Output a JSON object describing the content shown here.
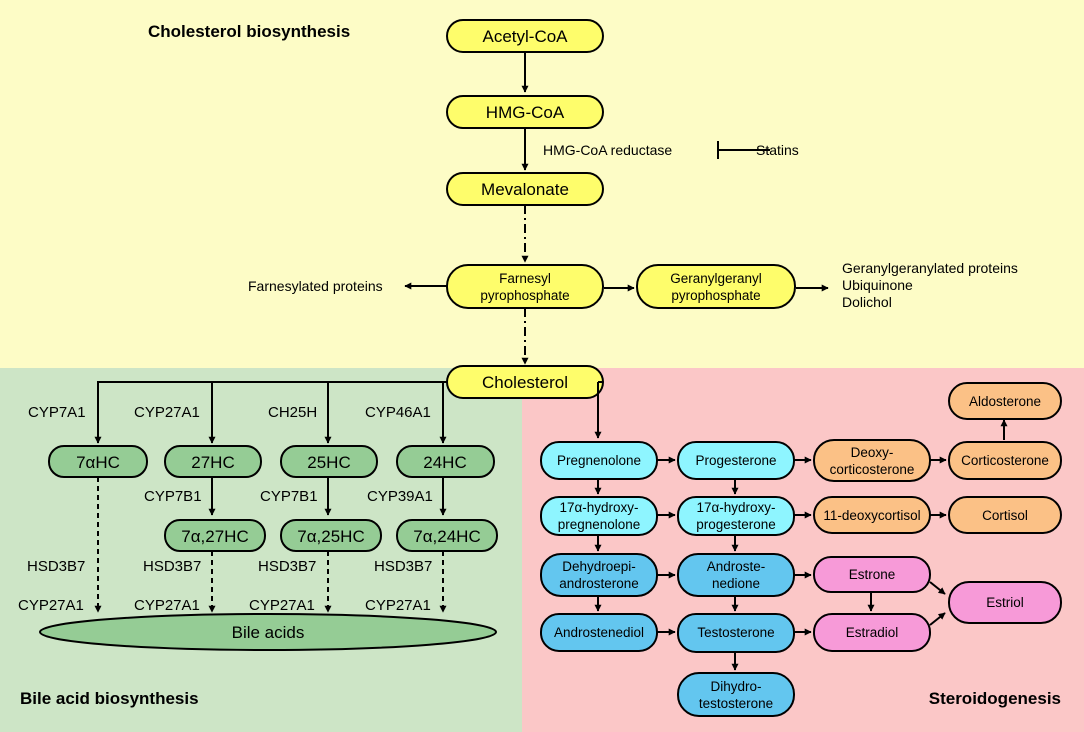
{
  "colors": {
    "cholesterol_region": "#fdfcc6",
    "bile_region": "#cde5c6",
    "steroid_region": "#fbc7c7",
    "yellow_node": "#fefd6b",
    "green_node": "#95cc95",
    "cyan_node": "#8ef5ff",
    "blue_node": "#63c6ef",
    "orange_node": "#fbc186",
    "pink_node": "#f79ad8",
    "stroke": "#000000"
  },
  "regions": {
    "cholesterol": "Cholesterol biosynthesis",
    "bile": "Bile acid biosynthesis",
    "steroid": "Steroidogenesis"
  },
  "nodes": {
    "acetyl_coa": "Acetyl-CoA",
    "hmg_coa": "HMG-CoA",
    "mevalonate": "Mevalonate",
    "farnesyl_pp_1": "Farnesyl",
    "farnesyl_pp_2": "pyrophosphate",
    "geranyl_pp_1": "Geranylgeranyl",
    "geranyl_pp_2": "pyrophosphate",
    "cholesterol": "Cholesterol",
    "hc7a": "7αHC",
    "hc27": "27HC",
    "hc25": "25HC",
    "hc24": "24HC",
    "hc7a27": "7α,27HC",
    "hc7a25": "7α,25HC",
    "hc7a24": "7α,24HC",
    "bile_acids": "Bile acids",
    "pregnenolone": "Pregnenolone",
    "progesterone": "Progesterone",
    "deoxycort_1": "Deoxy-",
    "deoxycort_2": "corticosterone",
    "corticosterone": "Corticosterone",
    "aldosterone": "Aldosterone",
    "oh_preg_1": "17α-hydroxy-",
    "oh_preg_2": "pregnenolone",
    "oh_prog_1": "17α-hydroxy-",
    "oh_prog_2": "progesterone",
    "deoxycortisol": "11-deoxycortisol",
    "cortisol": "Cortisol",
    "dhea_1": "Dehydroepi-",
    "dhea_2": "androsterone",
    "androstenedione_1": "Androste-",
    "androstenedione_2": "nedione",
    "estrone": "Estrone",
    "estriol": "Estriol",
    "androstenediol": "Androstenediol",
    "testosterone": "Testosterone",
    "estradiol": "Estradiol",
    "dht_1": "Dihydro-",
    "dht_2": "testosterone"
  },
  "labels": {
    "hmg_reductase": "HMG-CoA reductase",
    "statins": "Statins",
    "farnesylated": "Farnesylated proteins",
    "geranylated": "Geranylgeranylated proteins",
    "ubiquinone": "Ubiquinone",
    "dolichol": "Dolichol"
  },
  "enzymes": {
    "cyp7a1": "CYP7A1",
    "cyp27a1": "CYP27A1",
    "ch25h": "CH25H",
    "cyp46a1": "CYP46A1",
    "cyp7b1_a": "CYP7B1",
    "cyp7b1_b": "CYP7B1",
    "cyp39a1": "CYP39A1",
    "hsd3b7_1": "HSD3B7",
    "hsd3b7_2": "HSD3B7",
    "hsd3b7_3": "HSD3B7",
    "hsd3b7_4": "HSD3B7",
    "cyp27a1_b1": "CYP27A1",
    "cyp27a1_b2": "CYP27A1",
    "cyp27a1_b3": "CYP27A1",
    "cyp27a1_b4": "CYP27A1"
  }
}
